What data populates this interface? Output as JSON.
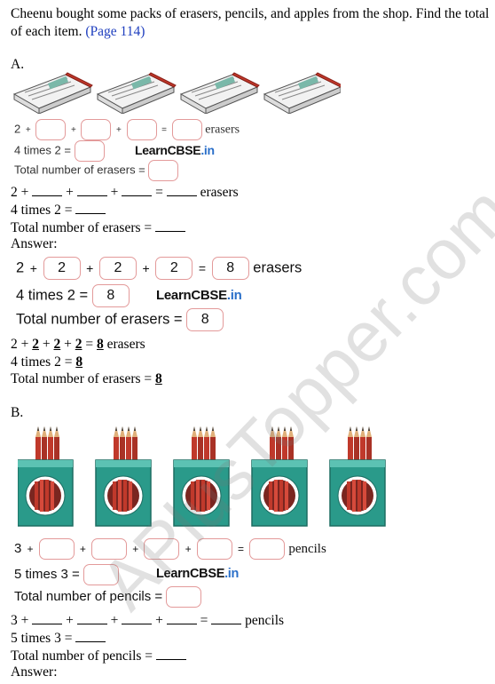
{
  "intro": {
    "text": "Cheenu bought some packs of erasers, pencils, and apples from the shop. Find the total of each item.",
    "page_ref": "(Page 114)"
  },
  "section_a": {
    "label": "A.",
    "figure_eq": {
      "n": "2",
      "plus": "+",
      "equals": "=",
      "unit": "erasers"
    },
    "figure_times": {
      "text": "4 times 2 ="
    },
    "figure_total": {
      "text": "Total number of erasers ="
    },
    "logo": {
      "main": "LearnCBSE",
      "suffix": ".in"
    },
    "text_eq": {
      "n": "2 +",
      "plus": "+",
      "equals": "=",
      "unit": "erasers"
    },
    "text_times": "4 times 2 =",
    "text_total": "Total number of erasers =",
    "answer_label": "Answer:",
    "ans_fig": {
      "n": "2",
      "plus": "+",
      "equals": "=",
      "values": [
        "2",
        "2",
        "2"
      ],
      "result": "8",
      "unit": "erasers",
      "times_label": "4 times 2 =",
      "times_value": "8",
      "total_label": "Total number of erasers =",
      "total_value": "8"
    },
    "ans_text": {
      "lead": "2 +",
      "v1": "2",
      "v2": "2",
      "v3": "2",
      "plus": "+",
      "equals": "=",
      "result": "8",
      "unit": "erasers",
      "times_label": "4 times 2 =",
      "times_value": "8",
      "total_label": "Total number of erasers =",
      "total_value": "8"
    }
  },
  "section_b": {
    "label": "B.",
    "figure_eq": {
      "n": "3",
      "plus": "+",
      "equals": "=",
      "unit": "pencils"
    },
    "figure_times": {
      "text": "5 times 3 ="
    },
    "figure_total": {
      "text": "Total number of pencils ="
    },
    "logo": {
      "main": "LearnCBSE",
      "suffix": ".in"
    },
    "text_eq": {
      "n": "3 +",
      "plus": "+",
      "equals": "=",
      "unit": "pencils"
    },
    "text_times": "5 times 3 =",
    "text_total": "Total number of pencils =",
    "answer_label": "Answer:"
  },
  "watermark": "APlusTopper.com",
  "colors": {
    "box_border": "#e39a9a",
    "page_ref": "#1f3fbf",
    "pack_teal": "#2a9a8a",
    "pencil_red": "#c0392b"
  }
}
